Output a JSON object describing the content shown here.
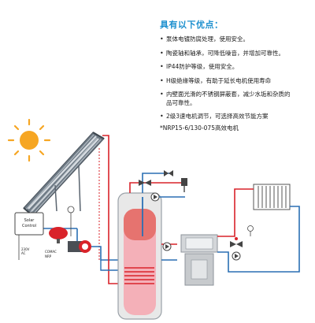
{
  "features": {
    "title": "具有以下优点：",
    "items": [
      "泵体电镀防腐处理，使用安全。",
      "陶瓷轴和轴承，可降低噪音，并增加可靠性。",
      "IP44防护等级，使用安全。",
      "H级绝缘等级，有助于延长电机使用寿命",
      "内壁面光滑的不锈钢屏蔽套，减少水垢和杂质的",
      "2级3速电机调节，可选择高效节能方案"
    ],
    "item5_cont": "品可靠性。",
    "note": "*NRP15-6/130-075高效电机"
  },
  "diagram": {
    "solar_control_line1": "Solar",
    "solar_control_line2": "Control",
    "voltage_label": "230V",
    "ac_label": "AC",
    "pump_label1": "COMAC",
    "pump_label2": "NRP"
  },
  "colors": {
    "title": "#1b8fce",
    "red_pipe": "#d9232a",
    "blue_pipe": "#2a6fb4",
    "sun": "#f6a623",
    "tank_fill": "#f4b0b8"
  }
}
